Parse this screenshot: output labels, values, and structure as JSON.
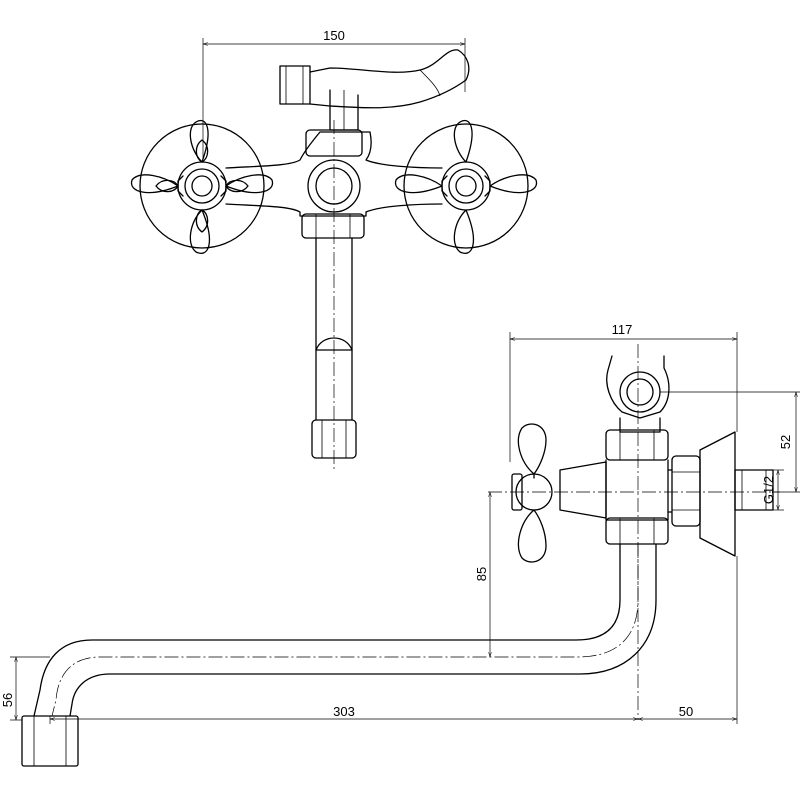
{
  "dimensions": {
    "top_width": "150",
    "side_width": "117",
    "height_52": "52",
    "thread": "G1/2",
    "height_85": "85",
    "spout_drop": "56",
    "spout_length": "303",
    "wall_offset": "50"
  }
}
